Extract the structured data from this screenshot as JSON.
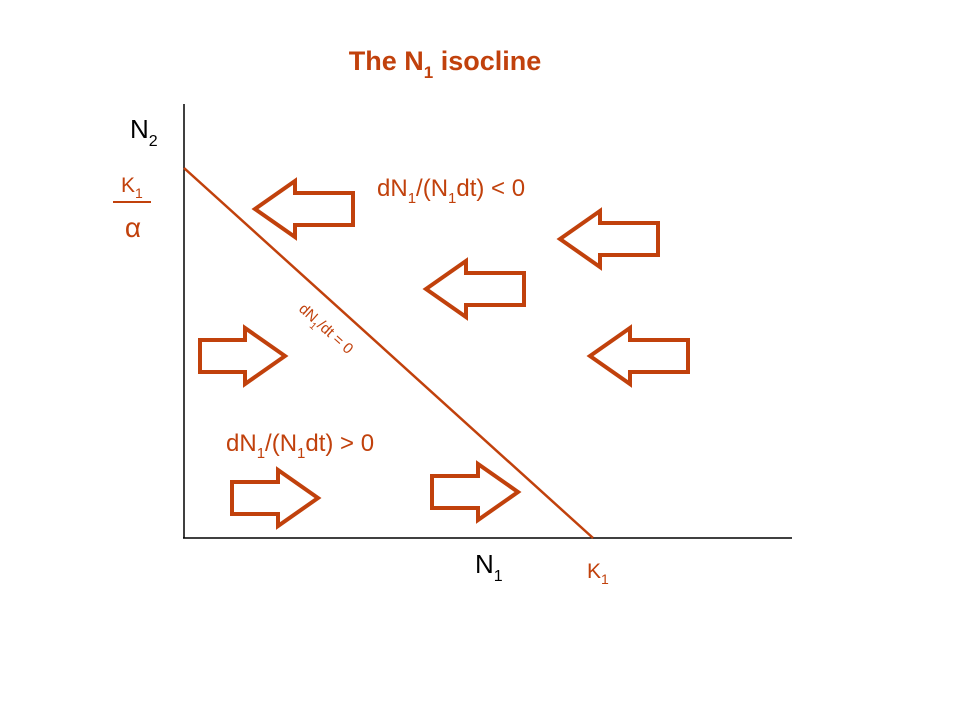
{
  "title": {
    "main": "The N",
    "sub": "1",
    "tail": " isocline"
  },
  "axes": {
    "y_label": {
      "main": "N",
      "sub": "2"
    },
    "x_label": {
      "main": "N",
      "sub": "1"
    }
  },
  "intercepts": {
    "y_fraction": {
      "numerator_main": "K",
      "numerator_sub": "1",
      "denominator": "α"
    },
    "x": {
      "main": "K",
      "sub": "1"
    }
  },
  "isocline_label": {
    "a": "dN",
    "a_sub": "1",
    "b": "/dt = 0"
  },
  "regions": {
    "above": {
      "p1": "dN",
      "s1": "1",
      "p2": "/(N",
      "s2": "1",
      "p3": "dt) < 0"
    },
    "below": {
      "p1": "dN",
      "s1": "1",
      "p2": "/(N",
      "s2": "1",
      "p3": "dt) > 0"
    }
  },
  "arrows": {
    "left_count": 4,
    "right_count": 3,
    "meaning_left": "N1 decreases",
    "meaning_right": "N1 increases"
  },
  "colors": {
    "accent": "#c1410c",
    "axis": "#000000",
    "text": "#000000",
    "arrow_fill": "#ffffff"
  }
}
